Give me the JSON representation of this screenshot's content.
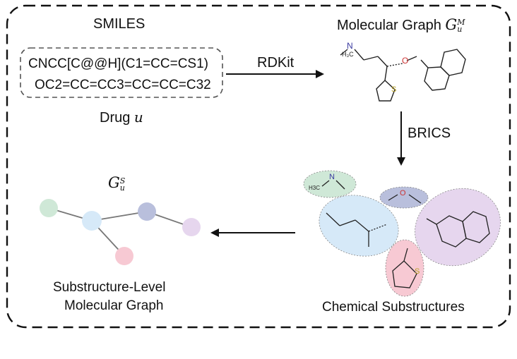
{
  "smiles_label": "SMILES",
  "smiles_line1": "CNCC[C@@H](C1=CC=CS1)",
  "smiles_line2": "OC2=CC=CC3=CC=CC=C32",
  "drug_label": "Drug",
  "drug_var": "u",
  "rdkit_label": "RDKit",
  "mol_graph_label": "Molecular Graph",
  "mol_graph_symbol": "G",
  "mol_graph_sup": "M",
  "mol_graph_sub": "u",
  "brics_label": "BRICS",
  "chem_sub_label": "Chemical Substructures",
  "sub_graph_symbol": "G",
  "sub_graph_sup": "S",
  "sub_graph_sub": "u",
  "sub_graph_line1": "Substructure-Level",
  "sub_graph_line2": "Molecular Graph",
  "atom_N": "N",
  "atom_O": "O",
  "atom_S": "S",
  "atom_H3C": "H3C",
  "colors": {
    "node_green": "#cfe8d7",
    "node_blue": "#d6e9f8",
    "node_purple": "#b9bfdc",
    "node_violet": "#e6d6ee",
    "node_pink": "#f7c9d3"
  }
}
